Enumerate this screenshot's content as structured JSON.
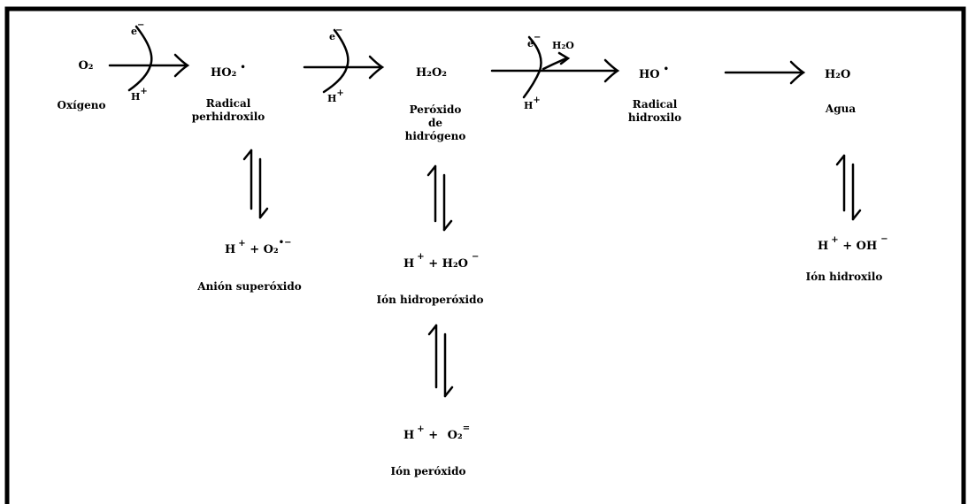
{
  "species": {
    "o2": {
      "formula": "O₂",
      "name": "Oxígeno"
    },
    "ho2": {
      "formula": "HO₂",
      "dot": "•",
      "name_lines": [
        "Radical",
        "perhidroxilo"
      ]
    },
    "h2o2": {
      "formula": "H₂O₂",
      "name_lines": [
        "Peróxido",
        "de",
        "hidrógeno"
      ]
    },
    "ho": {
      "formula": "HO",
      "dot": "•",
      "name_lines": [
        "Radical",
        "hidroxilo"
      ]
    },
    "h2o": {
      "formula": "H₂O",
      "name": "Agua"
    }
  },
  "reagents": {
    "electron": "e",
    "electron_charge": "−",
    "proton": "H",
    "proton_charge": "+",
    "water": "H₂O"
  },
  "equilibria": {
    "superoxide": {
      "cation": "H",
      "cation_charge": "+",
      "plus": "+",
      "anion": "O₂",
      "anion_charge": "•−",
      "name": "Anión superóxido"
    },
    "hydroperoxide": {
      "cation": "H",
      "cation_charge": "+",
      "plus": "+",
      "anion": "H₂O",
      "anion_charge": "−",
      "name": "Ión hidroperóxido"
    },
    "peroxide": {
      "cation": "H",
      "cation_charge": "+",
      "plus": "+",
      "anion": "O₂",
      "anion_charge": "=",
      "name": "Ión peróxido"
    },
    "hydroxyl": {
      "cation": "H",
      "cation_charge": "+",
      "plus": "+",
      "anion": "OH",
      "anion_charge": "−",
      "name": "Ión hidroxilo"
    }
  },
  "colors": {
    "ink": "#000000",
    "background": "#ffffff"
  }
}
